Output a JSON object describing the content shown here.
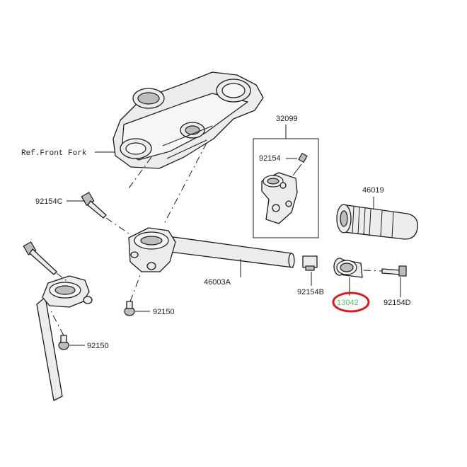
{
  "diagram": {
    "ref_label": "Ref.Front Fork",
    "parts": {
      "p32099": "32099",
      "p92154_top": "92154",
      "p46019": "46019",
      "p92154C": "92154C",
      "p46003A": "46003A",
      "p92154B": "92154B",
      "p13042": "13042",
      "p92154D": "92154D",
      "p92150_a": "92150",
      "p92150_b": "92150"
    },
    "highlight": {
      "part": "13042",
      "ring_color": "#d21f1f",
      "text_color": "#5cc06a"
    }
  }
}
